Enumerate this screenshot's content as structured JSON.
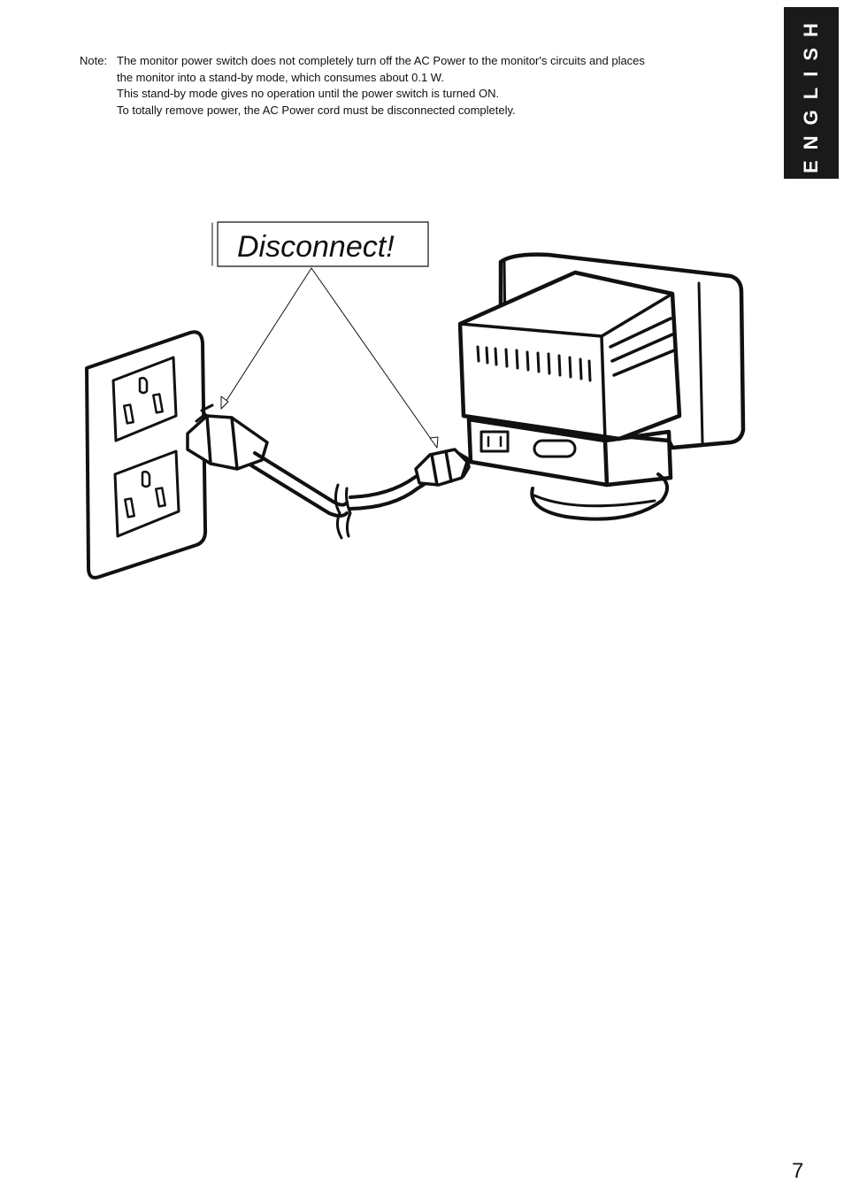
{
  "note": {
    "label": "Note:",
    "lines": [
      "The monitor power switch does not completely turn off the AC Power to the monitor's circuits and places",
      "the monitor into a stand-by mode, which consumes about 0.1 W.",
      "This stand-by mode gives no operation until the power switch is turned ON.",
      "To totally remove power, the AC Power cord must be disconnected completely."
    ]
  },
  "side_tab": {
    "label": "ENGLISH"
  },
  "illustration": {
    "callout": "Disconnect!"
  },
  "page_number": "7"
}
